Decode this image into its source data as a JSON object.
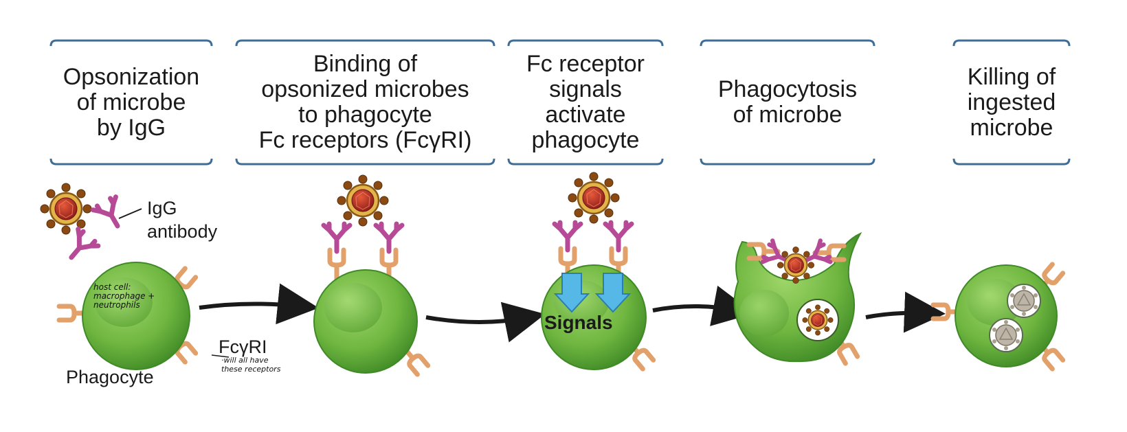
{
  "headers": [
    {
      "id": "step-opsonization",
      "lines": [
        "Opsonization",
        "of microbe",
        "by IgG"
      ]
    },
    {
      "id": "step-binding",
      "lines": [
        "Binding of",
        "opsonized microbes",
        "to phagocyte",
        "Fc receptors (FcγRI)"
      ]
    },
    {
      "id": "step-signals",
      "lines": [
        "Fc receptor",
        "signals",
        "activate",
        "phagocyte"
      ]
    },
    {
      "id": "step-phagocytosis",
      "lines": [
        "Phagocytosis",
        "of microbe"
      ]
    },
    {
      "id": "step-killing",
      "lines": [
        "Killing of",
        "ingested",
        "microbe"
      ]
    }
  ],
  "labels": {
    "igg": "IgG",
    "antibody": "antibody",
    "fcgri": "FcγRI",
    "phagocyte": "Phagocyte",
    "signals": "Signals"
  },
  "annotations": {
    "host_cell": [
      "host cell:",
      "macrophage +",
      "neutrophils"
    ],
    "receptors": [
      "·will all have",
      "these receptors"
    ]
  },
  "colors": {
    "header_border": "#3e6e97",
    "cell_green": "#6fb640",
    "antibody_magenta": "#b64a96",
    "receptor_orange": "#e2a06a",
    "microbe_red": "#a52320",
    "signal_blue": "#56b8e6"
  }
}
